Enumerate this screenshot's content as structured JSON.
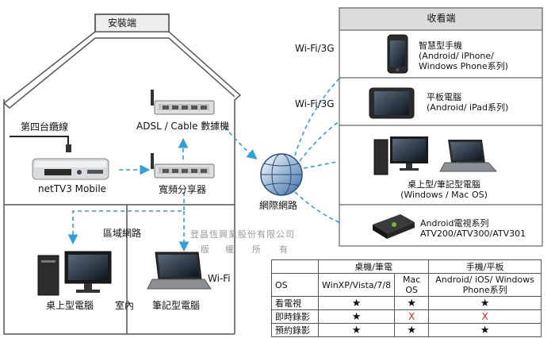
{
  "house": {
    "roof_label": "安裝端",
    "fourth_box_label": "第四台纜線",
    "modem_label": "ADSL / Cable 數據機",
    "nettv_label": "netTV3 Mobile",
    "router_label": "寬頻分享器",
    "lan_label": "區域網路",
    "desktop_label": "桌上型電腦",
    "indoor_label": "室內",
    "laptop_label": "筆記型電腦",
    "wifi_label": "Wi-Fi"
  },
  "network": {
    "internet_label": "網際網路",
    "wifi3g_label_1": "Wi-Fi/3G",
    "wifi3g_label_2": "Wi-Fi/3G"
  },
  "watermark": {
    "line1": "登昌恆興業股份有限公司",
    "line2": [
      "版",
      "權",
      "所",
      "有"
    ]
  },
  "viewer_panel": {
    "title": "收看端",
    "devices": [
      {
        "icon": "smartphone-icon",
        "lines": [
          "智慧型手機",
          "(Android/ iPhone/",
          "Windows Phone系列)"
        ]
      },
      {
        "icon": "tablet-icon",
        "lines": [
          "平板電腦",
          "(Android/ iPad系列)"
        ]
      },
      {
        "icon": "computers-icon",
        "lines": [
          "桌上型/筆記型電腦",
          "(Windows / Mac OS)"
        ]
      },
      {
        "icon": "android-tv-box-icon",
        "lines": [
          "Android電視系列",
          "ATV200/ATV300/ATV301"
        ]
      }
    ]
  },
  "comparison_table": {
    "group_headers": [
      "",
      "桌機/筆電",
      "手機/平板"
    ],
    "os_row": [
      "OS",
      "WinXP/Vista/7/8",
      "Mac OS",
      "Android/ iOS/ Windows Phone系列"
    ],
    "rows": [
      {
        "feature": "看電視",
        "win": "★",
        "mac": "★",
        "mobile": "★"
      },
      {
        "feature": "即時錄影",
        "win": "★",
        "mac": "X",
        "mobile": "X"
      },
      {
        "feature": "預約錄影",
        "win": "★",
        "mac": "★",
        "mobile": "★"
      }
    ]
  },
  "colors": {
    "dashed_link": "#2ea0dd",
    "house_outline": "#555555",
    "panel_header": "#dcdcdc",
    "x_mark": "#d9231c"
  }
}
